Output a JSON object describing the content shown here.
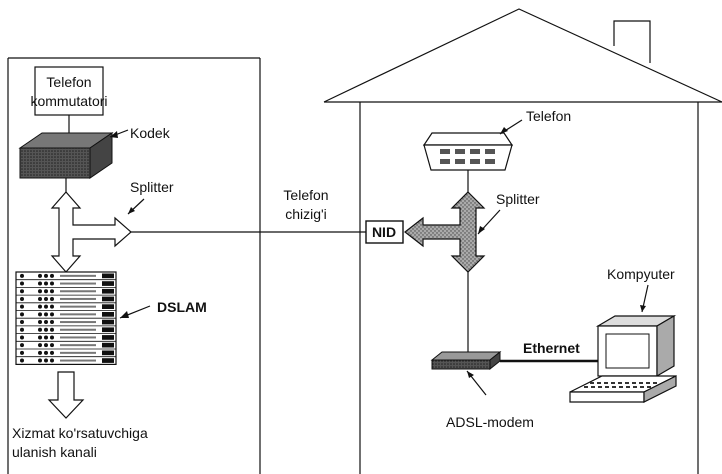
{
  "labels": {
    "switch_line1": "Telefon",
    "switch_line2": "kommutatori",
    "codec": "Kodek",
    "splitter_left": "Splitter",
    "dslam": "DSLAM",
    "channel_line1": "Xizmat ko'rsatuvchiga",
    "channel_line2": "ulanish kanali",
    "phone_line_line1": "Telefon",
    "phone_line_line2": "chizig'i",
    "nid": "NID",
    "telephone": "Telefon",
    "splitter_right": "Splitter",
    "computer": "Kompyuter",
    "ethernet": "Ethernet",
    "modem": "ADSL-modem"
  }
}
